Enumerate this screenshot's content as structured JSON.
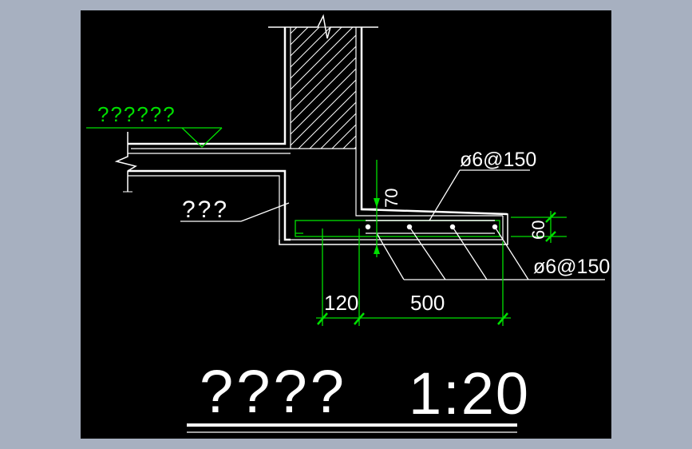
{
  "drawing": {
    "level_label": "??????",
    "layer_label": "???",
    "rebar_top": "ø6@150",
    "rebar_bottom": "ø6@150",
    "dim_vertical_70": "70",
    "dim_vertical_60": "60",
    "dim_120": "120",
    "dim_500": "500",
    "title": "????",
    "scale": "1:20"
  },
  "colors": {
    "background": "#a7b0c0",
    "canvas": "#000000",
    "lines": "#ffffff",
    "dimension": "#00e000",
    "hatch": "#ffffff"
  }
}
